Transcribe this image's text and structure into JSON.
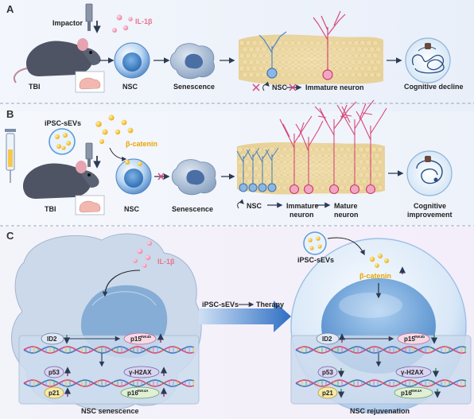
{
  "panels": {
    "a": {
      "letter": "A",
      "impactor": "Impactor",
      "il1b": "IL-1β",
      "tbi": "TBI",
      "nsc": "NSC",
      "senescence": "Senescence",
      "nsc_inline": "NSC",
      "immature": "Immature neuron",
      "outcome": "Cognitive decline"
    },
    "b": {
      "letter": "B",
      "ipsc": "iPSC-sEVs",
      "catenin": "β-catenin",
      "tbi": "TBI",
      "nsc": "NSC",
      "senescence": "Senescence",
      "nsc_inline": "NSC",
      "immature_1": "Immature",
      "immature_2": "neuron",
      "mature_1": "Mature",
      "mature_2": "neuron",
      "outcome_1": "Cognitive",
      "outcome_2": "improvement"
    },
    "c": {
      "letter": "C",
      "il1b": "IL-1β",
      "ipsc": "iPSC-sEVs",
      "catenin": "β-catenin",
      "therapy_from": "iPSC-sEVs",
      "therapy_to": "Therapy",
      "left_caption": "NSC senescence",
      "right_caption": "NSC rejuvenation",
      "markers": {
        "id2": "ID2",
        "p15": "p15",
        "p15_sup": "INK4b",
        "p53": "p53",
        "gh2ax": "γ-H2AX",
        "p21": "p21",
        "p16": "p16",
        "p16_sup": "INK4A"
      }
    }
  },
  "colors": {
    "nsc_blue": "#5b9bd5",
    "neuron_pink": "#d6497a",
    "senescent_blue": "#4a6fa5",
    "catenin_yellow": "#f2c23a",
    "il_pink": "#f0a0b8",
    "up_arrow": "#b0276a",
    "down_arrow": "#2e9a4a",
    "bg_a": "#eef3fb",
    "bg_b": "#f1eefb",
    "bg_c": "#eef1fb"
  }
}
